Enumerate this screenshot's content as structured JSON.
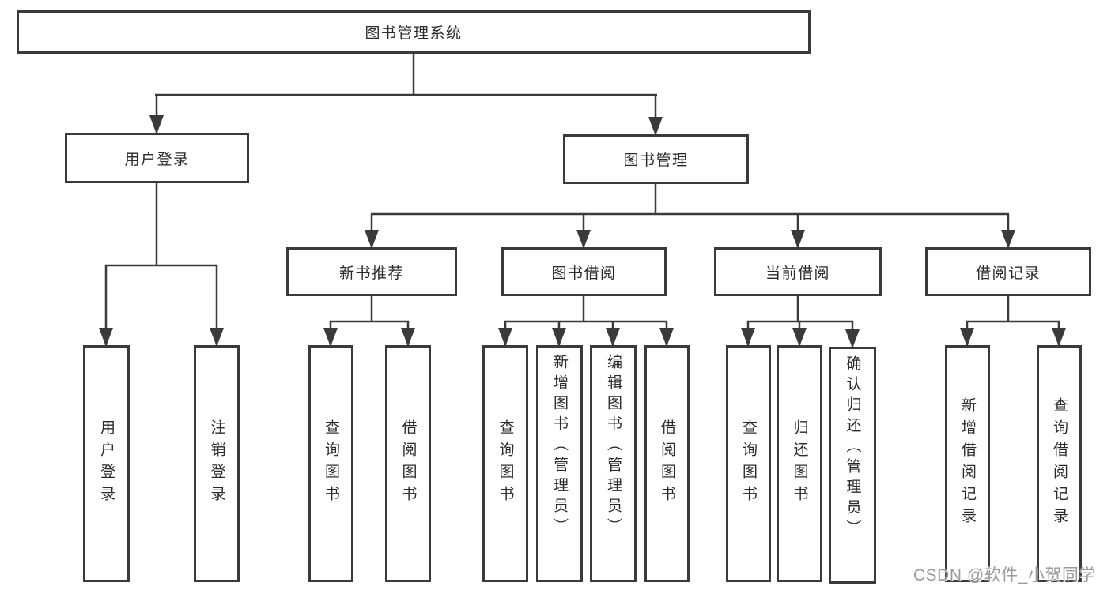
{
  "diagram": {
    "root": {
      "label": "图书管理系统"
    },
    "level2": {
      "user_login": {
        "label": "用户登录"
      },
      "book_mgmt": {
        "label": "图书管理"
      }
    },
    "level3": {
      "new_book_recommend": {
        "label": "新书推荐"
      },
      "book_borrow": {
        "label": "图书借阅"
      },
      "current_borrow": {
        "label": "当前借阅"
      },
      "borrow_records": {
        "label": "借阅记录"
      }
    },
    "leaves": {
      "user_login": [
        "用户登录",
        "注销登录"
      ],
      "new_book_recommend": [
        "查询图书",
        "借阅图书"
      ],
      "book_borrow": [
        "查询图书",
        "新增图书（管理员）",
        "编辑图书（管理员）",
        "借阅图书"
      ],
      "current_borrow": [
        "查询图书",
        "归还图书",
        "确认归还（管理员）"
      ],
      "borrow_records": [
        "新增借阅记录",
        "查询借阅记录"
      ]
    }
  },
  "watermark": {
    "text": "CSDN @软件_小贺同学"
  },
  "colors": {
    "line": "#3a3a3a",
    "text": "#2b2b2b",
    "watermark": "#9b9b9b",
    "background": "#ffffff"
  }
}
